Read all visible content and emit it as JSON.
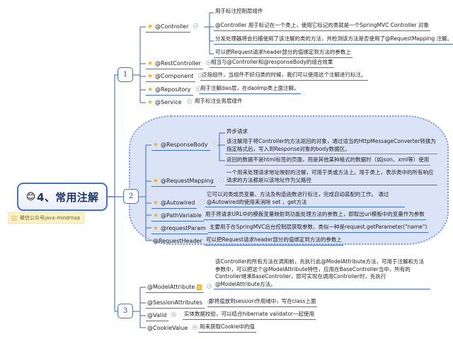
{
  "central": {
    "emoji": "😊",
    "title": "4、常用注解",
    "subtitle": "微信公众号java-mindmap",
    "note_icon": "lines-icon",
    "accent_color": "#4472c4",
    "fill_color": "#e9eefb"
  },
  "badges": [
    {
      "label": "1"
    },
    {
      "label": "2"
    },
    {
      "label": "3"
    }
  ],
  "sections": [
    {
      "badge": "1",
      "topics": [
        {
          "name": "@Controller",
          "icon": "star-icon",
          "details": [
            "用于标注控制层组件",
            "@Controller 用于标记在一个类上，使用它标记的类就是一个SpringMVC Controller 对象",
            "分发处理器将会扫描使用了该注解的类的方法，并检测该方法是否使用了@RequestMapping 注解。",
            "可以把Request请求header部分的值绑定到方法的参数上"
          ]
        },
        {
          "name": "@RestController",
          "icon": "star-icon",
          "details": [
            "相当与@Controller和@responseBody的组合效果"
          ]
        },
        {
          "name": "@Component",
          "icon": "star-icon",
          "details": [
            "泛指组件，当组件不好归类的时候，我们可以使用这个注解进行标注。"
          ]
        },
        {
          "name": "@Repository",
          "icon": "star-icon",
          "details": [
            "用于注解dao层，在daoImp类上面注解。"
          ]
        },
        {
          "name": "@Service",
          "icon": "star-icon",
          "details": [
            "用于标注业务层组件"
          ]
        }
      ]
    },
    {
      "badge": "2",
      "topics": [
        {
          "name": "@ResponseBody",
          "icon": "star-icon",
          "details": [
            "异步请求",
            "该注解用于将Controller的方法返回的对象，通过适当的HttpMessageConverter转换为指定格式后，写入到Response对象的body数据区。",
            "返回的数据不是html标签的页面，而是其他某种格式的数据时（如json、xml等）使用"
          ]
        },
        {
          "name": "@RequestMapping",
          "icon": "star-icon",
          "details": [
            "一个用来处理请求地址映射的注解，可用于类或方法上。用于类上，表示类中的所有响应请求的方法都是以该地址作为父路径"
          ]
        },
        {
          "name": "@Autowired",
          "icon": "star-icon",
          "details": [
            "它可以对类成员变量、方法及构造函数进行标注，完成自动装配的工作。 通过@Autowired的使用来消除 set ，get方法"
          ]
        },
        {
          "name": "@PathVariable",
          "icon": "star-icon",
          "details": [
            "用于将请求URL中的模板变量映射到功能处理方法的参数上，即取出uri模板中的变量作为参数"
          ]
        },
        {
          "name": "@requestParam",
          "icon": "star-icon",
          "details": [
            "主要用于在SpringMVC后台控制层获取参数，类似一种是request.getParameter(\"name\")"
          ]
        },
        {
          "name": "@RequestHeader",
          "icon": "none",
          "details": [
            "可以把Request请求header部分的值绑定到方法的参数上"
          ]
        }
      ]
    },
    {
      "badge": "3",
      "topics": [
        {
          "name": "@ModelAttribute",
          "icon": "note-icon",
          "details": [
            "该Controller的所有方法在调用前，先执行此@ModelAttribute方法，可用于注解和方法参数中，可以把这个@ModelAttribute特性，应用在BaseController当中，所有的Controller继承BaseController，即可实现在调用Controller时，先执行@ModelAttribute方法。"
          ]
        },
        {
          "name": "@SessionAttributes",
          "icon": "none",
          "details": [
            "即将值放到session作用域中，写在class上面"
          ]
        },
        {
          "name": "@Valid",
          "icon": "none",
          "details": [
            "实体数据校验，可以结合hibernate validator一起使用"
          ]
        },
        {
          "name": "@CookieValue",
          "icon": "none",
          "details": [
            "用来获取Cookie中的值"
          ]
        }
      ]
    }
  ]
}
